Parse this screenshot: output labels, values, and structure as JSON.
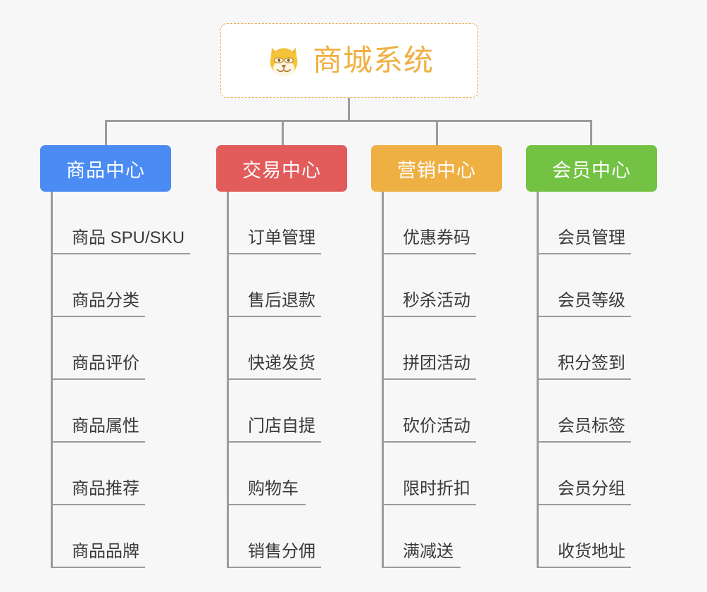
{
  "meta": {
    "background_color": "#f7f7f7",
    "line_color": "#9b9b9b",
    "leaf_text_color": "#3a3a3a"
  },
  "root": {
    "title": "商城系统",
    "icon": "dog-face-emoji",
    "text_color": "#efb043",
    "border_color": "#e9ab4d",
    "background_color": "#ffffff"
  },
  "branches": [
    {
      "label": "商品中心",
      "color": "#4a8cf3",
      "items": [
        "商品 SPU/SKU",
        "商品分类",
        "商品评价",
        "商品属性",
        "商品推荐",
        "商品品牌"
      ]
    },
    {
      "label": "交易中心",
      "color": "#e35c5c",
      "items": [
        "订单管理",
        "售后退款",
        "快递发货",
        "门店自提",
        "购物车",
        "销售分佣"
      ]
    },
    {
      "label": "营销中心",
      "color": "#efb043",
      "items": [
        "优惠券码",
        "秒杀活动",
        "拼团活动",
        "砍价活动",
        "限时折扣",
        "满减送"
      ]
    },
    {
      "label": "会员中心",
      "color": "#73c243",
      "items": [
        "会员管理",
        "会员等级",
        "积分签到",
        "会员标签",
        "会员分组",
        "收货地址"
      ]
    }
  ]
}
